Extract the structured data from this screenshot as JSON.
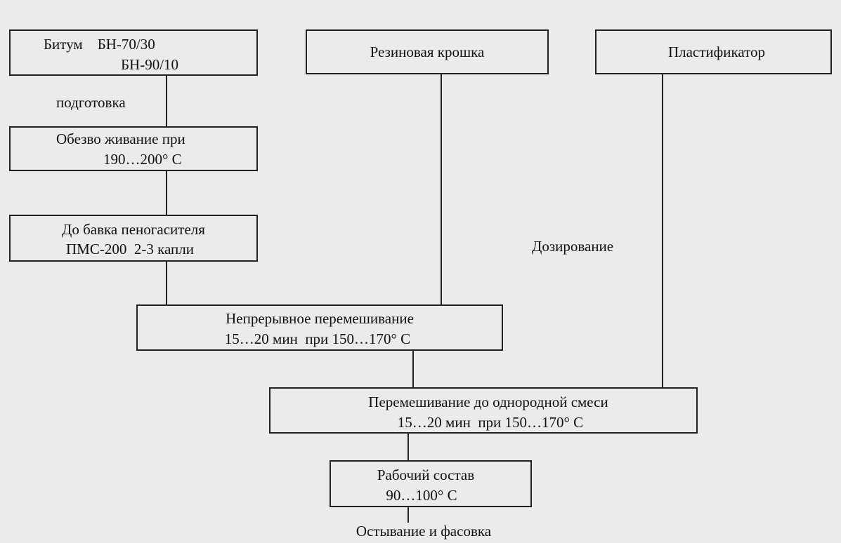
{
  "boxes": {
    "bitumen": {
      "line1": "Битум    БН-70/30",
      "line2": "БН-90/10"
    },
    "rubber": {
      "line1": "Резиновая крошка"
    },
    "plasticizer": {
      "line1": "Пластификатор"
    },
    "dehydration": {
      "line1": "Обезво живание при",
      "line2": "190…200° С"
    },
    "antifoam": {
      "line1": "До бавка пеногасителя",
      "line2": "ПМС-200  2-3 капли"
    },
    "continuous_mixing": {
      "line1": "Непрерывное перемешивание",
      "line2": "15…20 мин  при 150…170° С"
    },
    "homogeneous_mixing": {
      "line1": "Перемешивание до однородной смеси",
      "line2": "15…20 мин  при 150…170° С"
    },
    "working_composition": {
      "line1": "Рабочий состав",
      "line2": "90…100° С"
    }
  },
  "labels": {
    "preparation": "подготовка",
    "dosing": "Дозирование",
    "cooling": "Остывание и фасовка"
  }
}
